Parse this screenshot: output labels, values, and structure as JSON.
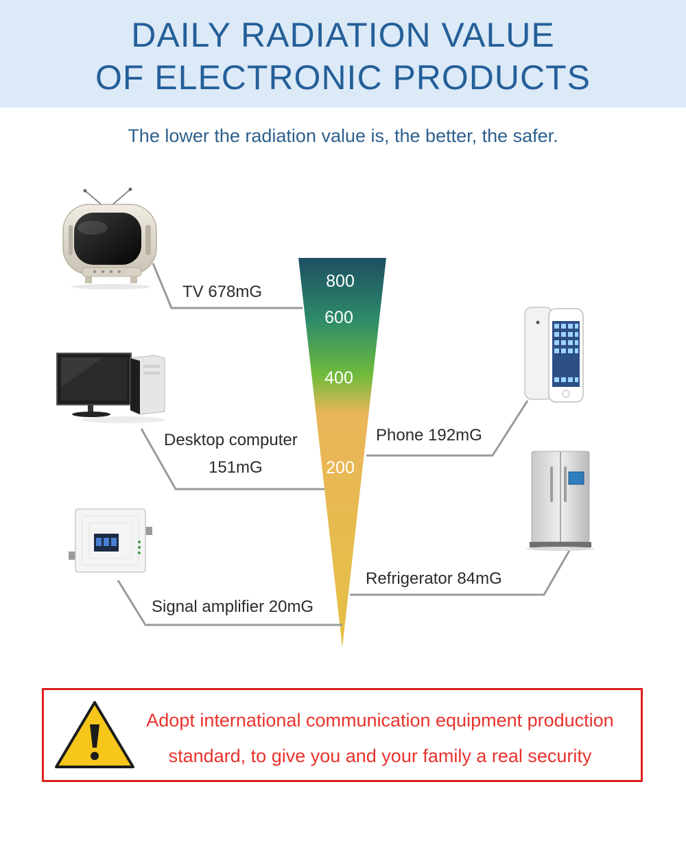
{
  "header": {
    "title_line1": "DAILY RADIATION VALUE",
    "title_line2": "OF ELECTRONIC PRODUCTS"
  },
  "subtitle": "The lower the radiation value is, the better, the safer.",
  "scale": {
    "ticks": [
      "800",
      "600",
      "400",
      "200"
    ],
    "gradient_colors": [
      "#1d4f63",
      "#2e8b6a",
      "#6fbb3b",
      "#eab55a",
      "#e4c044"
    ]
  },
  "items": {
    "tv": {
      "label": "TV  678mG",
      "icon": "retro-tv"
    },
    "desktop": {
      "label_line1": "Desktop computer",
      "label_line2": "151mG",
      "icon": "desktop-computer"
    },
    "signal": {
      "label": "Signal amplifier 20mG",
      "icon": "signal-amplifier"
    },
    "phone": {
      "label": "Phone 192mG",
      "icon": "smartphone"
    },
    "fridge": {
      "label": "Refrigerator  84mG",
      "icon": "refrigerator"
    }
  },
  "warning": {
    "line1": "Adopt international communication equipment production",
    "line2": "standard, to give you and your family a real security",
    "icon": "warning-triangle"
  },
  "colors": {
    "header_bg": "#dce9f7",
    "title": "#245f98",
    "warning_border": "#dd1d1d",
    "warning_text": "#e8322b",
    "connector": "#9a9a9a"
  }
}
